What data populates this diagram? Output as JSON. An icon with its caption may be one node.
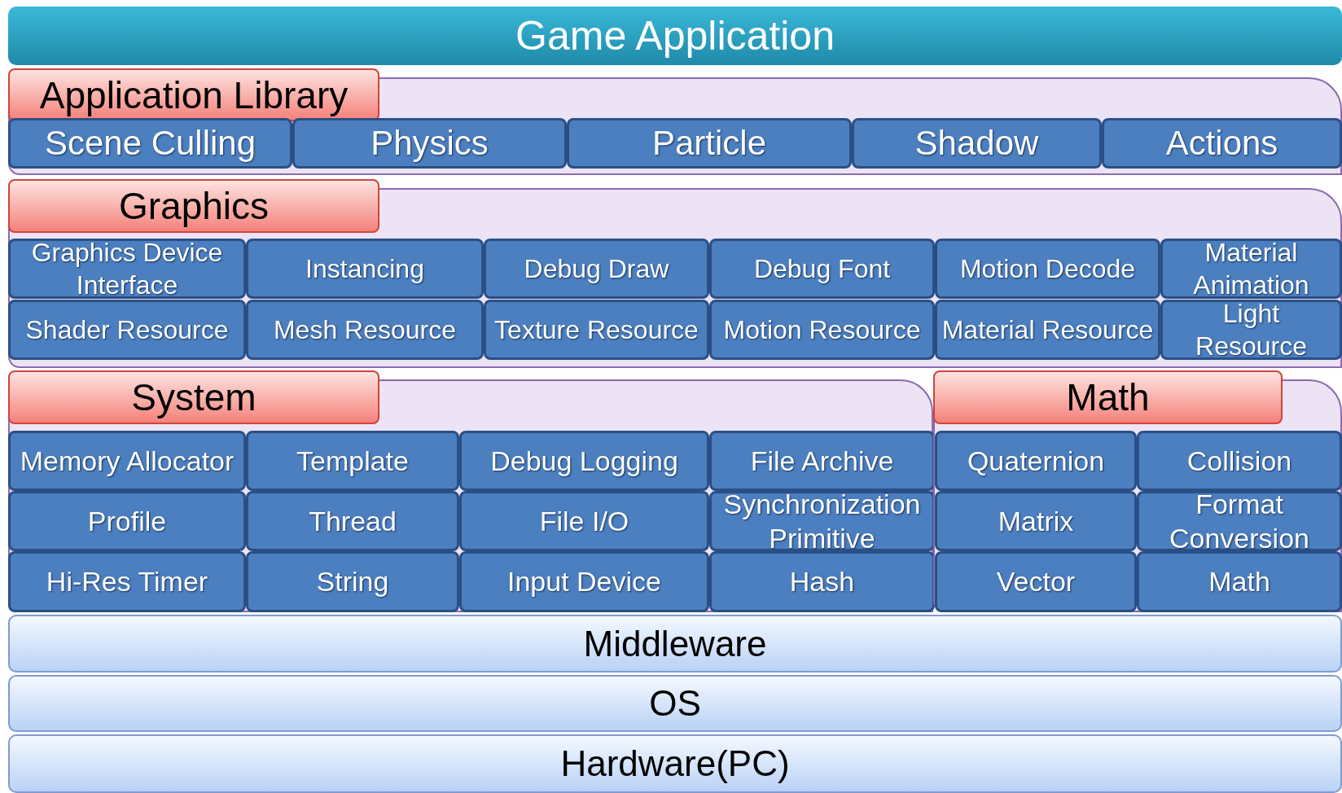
{
  "diagram": {
    "nodes": [
      {
        "text": [
          "Game Application"
        ]
      },
      {
        "text": [
          "Application Library"
        ]
      },
      {
        "text": [
          "Scene Culling"
        ],
        "in": 1
      },
      {
        "text": [
          "Physics"
        ],
        "in": 1
      },
      {
        "text": [
          "Particle"
        ],
        "in": 1
      },
      {
        "text": [
          "Shadow"
        ],
        "in": 1
      },
      {
        "text": [
          "Actions"
        ],
        "in": 1
      },
      {
        "text": [
          "Graphics"
        ]
      },
      {
        "text": [
          "Graphics Device Interface"
        ],
        "in": 7
      },
      {
        "text": [
          "Instancing"
        ],
        "in": 7
      },
      {
        "text": [
          "Debug Draw"
        ],
        "in": 7
      },
      {
        "text": [
          "Debug Font"
        ],
        "in": 7
      },
      {
        "text": [
          "Motion Decode"
        ],
        "in": 7
      },
      {
        "text": [
          "Material Animation"
        ],
        "in": 7
      },
      {
        "text": [
          "Shader Resource"
        ],
        "in": 7
      },
      {
        "text": [
          "Mesh Resource"
        ],
        "in": 7
      },
      {
        "text": [
          "Texture Resource"
        ],
        "in": 7
      },
      {
        "text": [
          "Motion Resource"
        ],
        "in": 7
      },
      {
        "text": [
          "Material Resource"
        ],
        "in": 7
      },
      {
        "text": [
          "Light Resource"
        ],
        "in": 7
      },
      {
        "text": [
          "System"
        ]
      },
      {
        "text": [
          "Memory Allocator"
        ],
        "in": 20
      },
      {
        "text": [
          "Template"
        ],
        "in": 20
      },
      {
        "text": [
          "Debug Logging"
        ],
        "in": 20
      },
      {
        "text": [
          "File Archive"
        ],
        "in": 20
      },
      {
        "text": [
          "Profile"
        ],
        "in": 20
      },
      {
        "text": [
          "Thread"
        ],
        "in": 20
      },
      {
        "text": [
          "File I/O"
        ],
        "in": 20
      },
      {
        "text": [
          "Synchronization Primitive"
        ],
        "in": 20
      },
      {
        "text": [
          "Hi-Res Timer"
        ],
        "in": 20
      },
      {
        "text": [
          "String"
        ],
        "in": 20
      },
      {
        "text": [
          "Input Device"
        ],
        "in": 20
      },
      {
        "text": [
          "Hash"
        ],
        "in": 20
      },
      {
        "text": [
          "Math"
        ]
      },
      {
        "text": [
          "Quaternion"
        ],
        "in": 33
      },
      {
        "text": [
          "Collision"
        ],
        "in": 33
      },
      {
        "text": [
          "Matrix"
        ],
        "in": 33
      },
      {
        "text": [
          "Format Conversion"
        ],
        "in": 33
      },
      {
        "text": [
          "Vector"
        ],
        "in": 33
      },
      {
        "text": [
          "Math"
        ],
        "in": 33
      },
      {
        "text": [
          "Middleware"
        ]
      },
      {
        "text": [
          "OS"
        ]
      },
      {
        "text": [
          "Hardware(PC)"
        ]
      }
    ]
  }
}
